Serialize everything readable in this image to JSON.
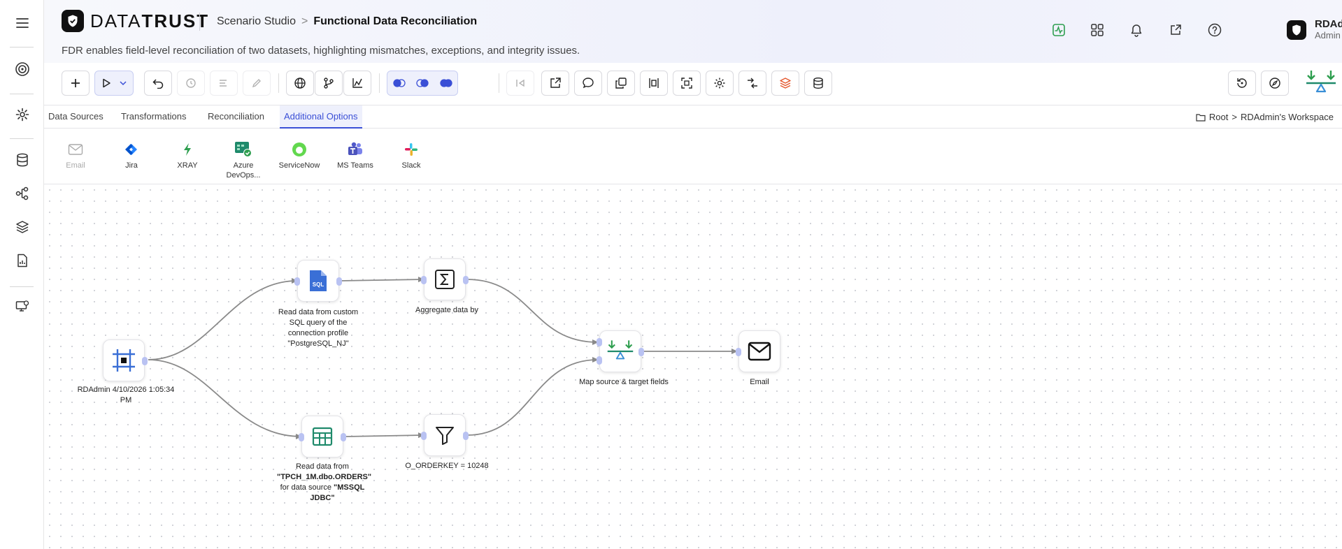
{
  "app": {
    "brand_light": "DATA",
    "brand_bold": "TRUST",
    "breadcrumb_parent": "Scenario Studio",
    "breadcrumb_separator": ">",
    "breadcrumb_current": "Functional Data Reconciliation",
    "description": "FDR enables field-level reconciliation of two datasets, highlighting mismatches, exceptions, and integrity issues."
  },
  "user": {
    "name": "RDAdmin",
    "role": "Admin"
  },
  "sidebar": {
    "items": [
      {
        "icon": "menu-icon"
      },
      {
        "icon": "target-icon"
      },
      {
        "icon": "gear-icon"
      },
      {
        "icon": "database-icon"
      },
      {
        "icon": "workflow-icon"
      },
      {
        "icon": "layers-icon"
      },
      {
        "icon": "report-icon"
      },
      {
        "icon": "monitor-settings-icon"
      }
    ]
  },
  "tabs": {
    "items": [
      "Data Sources",
      "Transformations",
      "Reconciliation",
      "Additional Options"
    ],
    "active": "Additional Options"
  },
  "workspace": {
    "root": "Root",
    "separator": ">",
    "name": "RDAdmin's Workspace"
  },
  "ribbon": {
    "items": [
      {
        "label": "Email",
        "icon": "email-icon",
        "enabled": false
      },
      {
        "label": "Jira",
        "icon": "jira-icon",
        "enabled": true
      },
      {
        "label": "XRAY",
        "icon": "xray-icon",
        "enabled": true
      },
      {
        "label": "Azure DevOps...",
        "icon": "azure-devops-icon",
        "enabled": true
      },
      {
        "label": "ServiceNow",
        "icon": "servicenow-icon",
        "enabled": true
      },
      {
        "label": "MS Teams",
        "icon": "ms-teams-icon",
        "enabled": true
      },
      {
        "label": "Slack",
        "icon": "slack-icon",
        "enabled": true
      }
    ]
  },
  "flow": {
    "nodes": {
      "trigger": {
        "label": "RDAdmin 4/10/2026 1:05:34 PM"
      },
      "sql": {
        "label": "Read data from custom SQL query of the connection profile \"PostgreSQL_NJ\""
      },
      "aggregate": {
        "label": "Aggregate data by"
      },
      "table": {
        "label_prefix": "Read data from",
        "label_table": "\"TPCH_1M.dbo.ORDERS\"",
        "label_mid": "for data source",
        "label_source": "\"MSSQL JDBC\""
      },
      "filter": {
        "label": "O_ORDERKEY = 10248"
      },
      "map": {
        "label": "Map source & target fields"
      },
      "email": {
        "label": "Email"
      }
    }
  },
  "colors": {
    "accent": "#3a4fd6",
    "accent_light": "#b9c2f2",
    "edge": "#8a8a8a",
    "green": "#2e9e4f",
    "teal": "#1f8a6b"
  }
}
